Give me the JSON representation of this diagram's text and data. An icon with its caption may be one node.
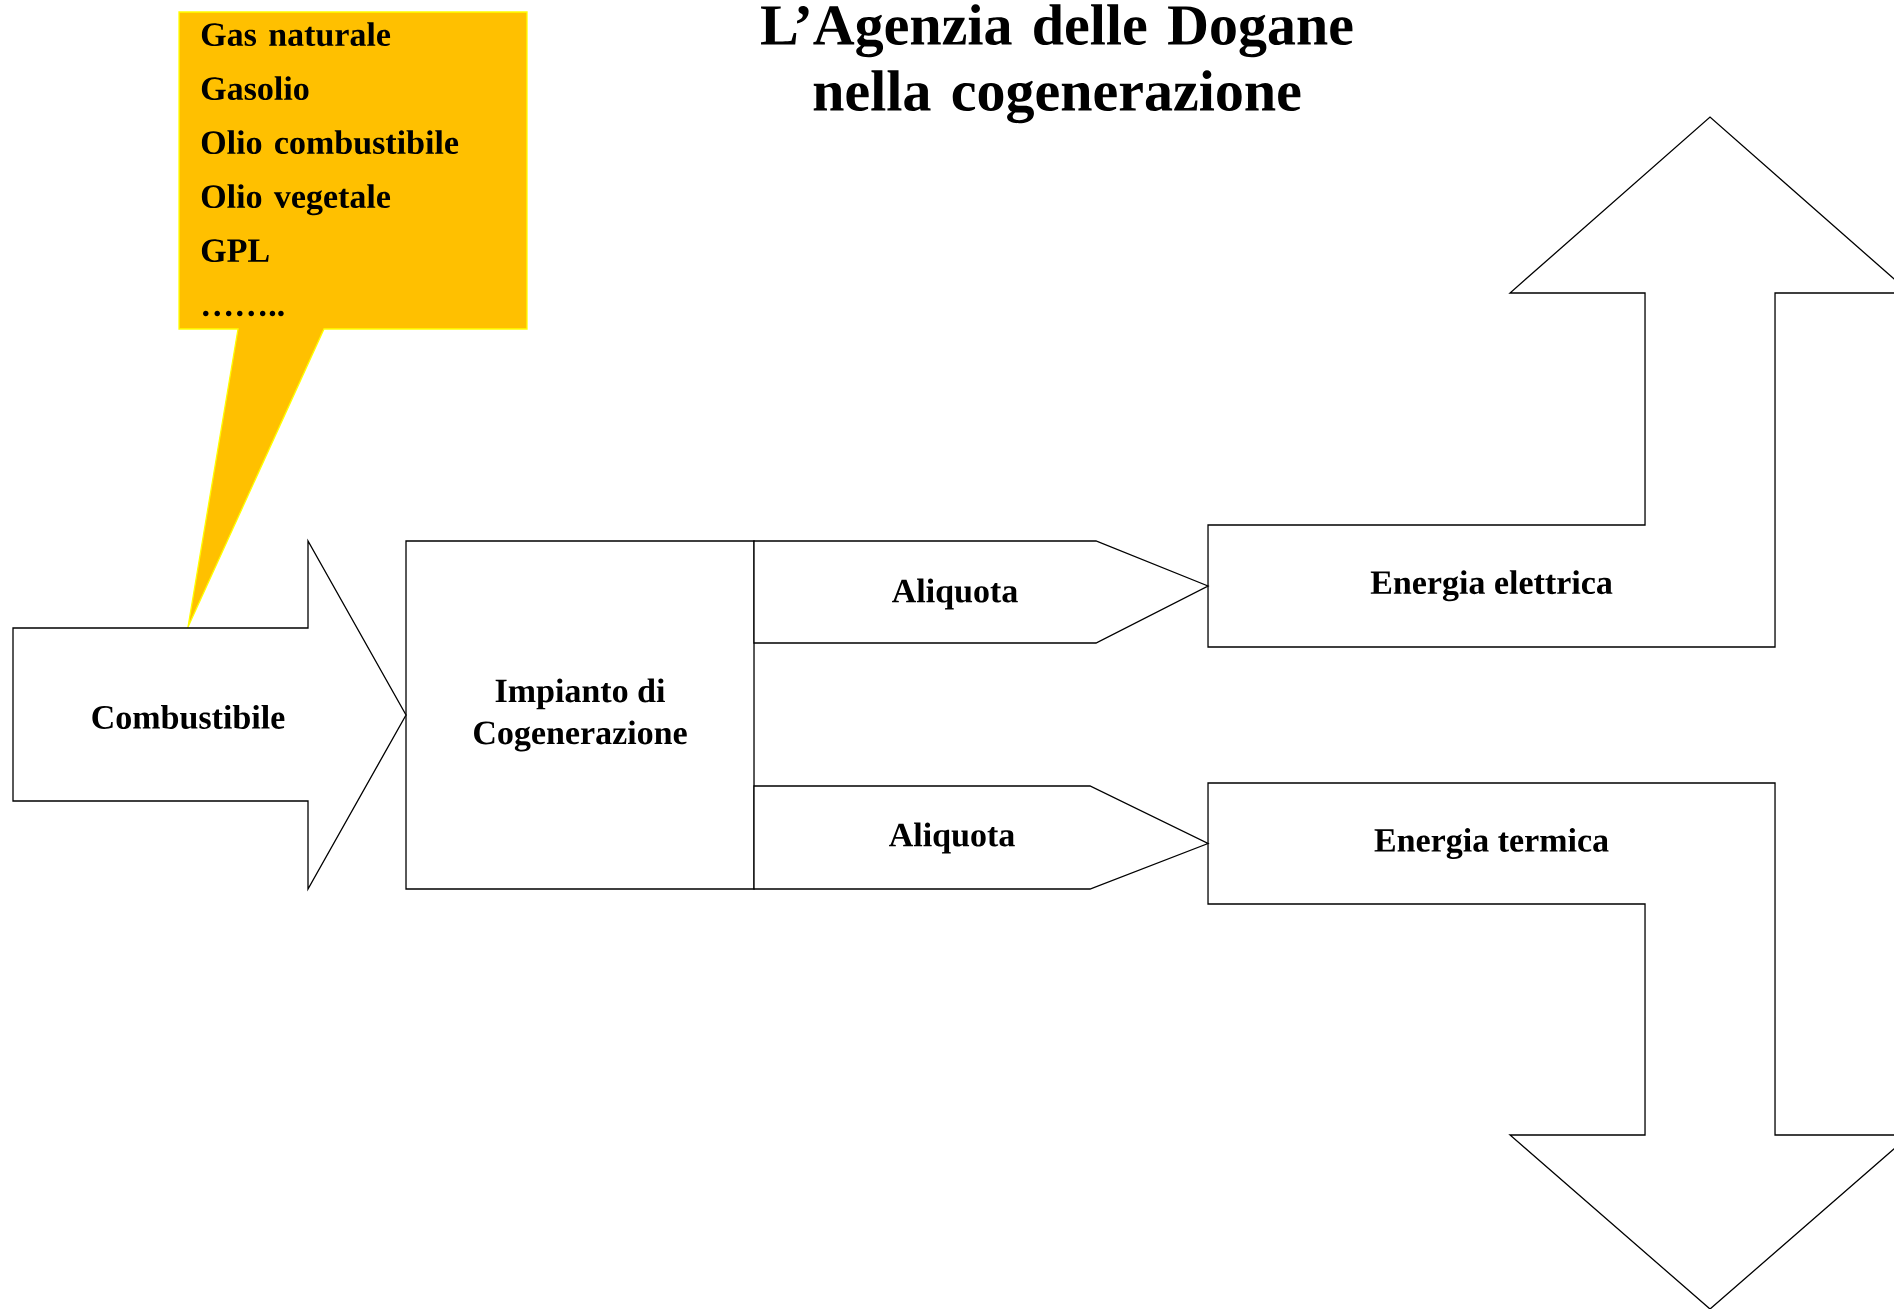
{
  "diagram": {
    "title": "L’Agenzia delle Dogane nella cogenerazione",
    "nodes": [
      {
        "text": [
          "Gas naturale",
          "Gasolio",
          "Olio combustibile",
          "Olio vegetale",
          "GPL",
          "…….."
        ]
      },
      {
        "text": [
          "Impianto di Cogenerazione"
        ]
      },
      {
        "text": [
          "Energia elettrica"
        ]
      },
      {
        "text": [
          "Energia termica"
        ]
      }
    ],
    "edges": [
      {
        "from": null,
        "to": 1,
        "arrow": "to",
        "label": "Combustibile"
      },
      {
        "from": 1,
        "to": 2,
        "arrow": "to",
        "label": "Aliquota"
      },
      {
        "from": 1,
        "to": 3,
        "arrow": "to",
        "label": "Aliquota"
      }
    ]
  }
}
